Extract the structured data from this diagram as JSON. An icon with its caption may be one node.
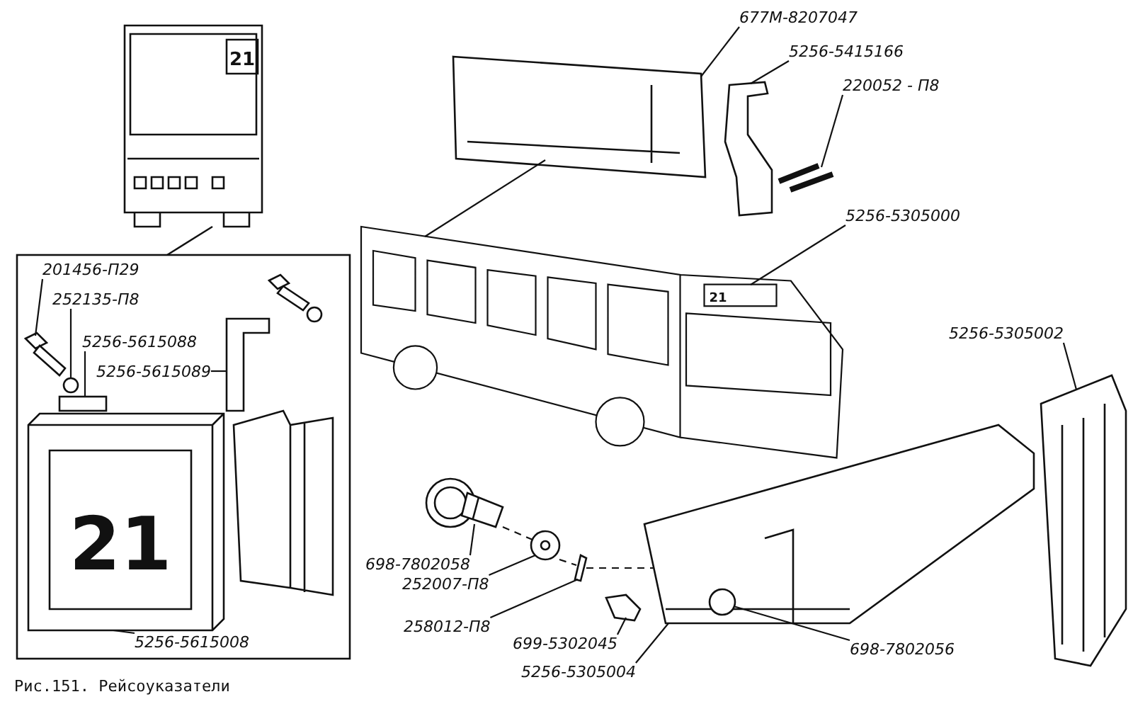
{
  "diagram": {
    "caption": "Рис.151. Рейсоуказатели",
    "nodes": [
      {
        "text": [
          "677М-8207047"
        ]
      },
      {
        "text": [
          "5256-5415166"
        ]
      },
      {
        "text": [
          "220052 - П8"
        ]
      },
      {
        "text": [
          "5256-5305000"
        ]
      },
      {
        "text": [
          "5256-5305002"
        ]
      },
      {
        "text": [
          "201456-П29"
        ]
      },
      {
        "text": [
          "252135-П8"
        ]
      },
      {
        "text": [
          "5256-5615088"
        ]
      },
      {
        "text": [
          "5256-5615089"
        ]
      },
      {
        "text": [
          "5256-5615008"
        ]
      },
      {
        "text": [
          "698-7802058"
        ]
      },
      {
        "text": [
          "252007-П8"
        ]
      },
      {
        "text": [
          "258012-П8"
        ]
      },
      {
        "text": [
          "699-5302045"
        ]
      },
      {
        "text": [
          "5256-5305004"
        ]
      },
      {
        "text": [
          "698-7802056"
        ]
      },
      {
        "text": [],
        "shape": "picture"
      },
      {
        "text": [],
        "shape": "picture"
      },
      {
        "text": [],
        "shape": "picture"
      },
      {
        "text": [],
        "shape": "picture"
      },
      {
        "text": [],
        "shape": "box",
        "in": 19
      },
      {
        "text": [],
        "shape": "picture"
      },
      {
        "text": [],
        "shape": "picture"
      },
      {
        "text": [],
        "shape": "circle"
      },
      {
        "text": [],
        "shape": "box"
      },
      {
        "text": [],
        "shape": "picture"
      },
      {
        "text": [],
        "shape": "picture"
      },
      {
        "text": [],
        "shape": "picture"
      },
      {
        "text": [],
        "shape": "picture"
      },
      {
        "text": [],
        "shape": "picture"
      },
      {
        "text": [],
        "shape": "picture"
      },
      {
        "text": [],
        "shape": "picture"
      },
      {
        "text": [],
        "shape": "circle",
        "in": 31
      }
    ],
    "edges": [
      {
        "from": 0,
        "to": 16,
        "arrow": "none"
      },
      {
        "from": 1,
        "to": 17,
        "arrow": "none"
      },
      {
        "from": 2,
        "to": 18,
        "arrow": "none"
      },
      {
        "from": 3,
        "to": 20,
        "arrow": "none"
      },
      {
        "from": 4,
        "to": 21,
        "arrow": "none"
      },
      {
        "from": 5,
        "to": 22,
        "arrow": "none"
      },
      {
        "from": 6,
        "to": 23,
        "arrow": "none"
      },
      {
        "from": 7,
        "to": 24,
        "arrow": "none"
      },
      {
        "from": 8,
        "to": 25,
        "arrow": "none"
      },
      {
        "from": 9,
        "to": 26,
        "arrow": "none"
      },
      {
        "from": 10,
        "to": 27,
        "arrow": "none"
      },
      {
        "from": 11,
        "to": 28,
        "arrow": "none"
      },
      {
        "from": 12,
        "to": 29,
        "arrow": "none"
      },
      {
        "from": 13,
        "to": 30,
        "arrow": "none"
      },
      {
        "from": 14,
        "to": 31,
        "arrow": "none"
      },
      {
        "from": 15,
        "to": 32,
        "arrow": "none"
      },
      {
        "from": 27,
        "to": 28,
        "arrow": "none",
        "style": "dashed"
      },
      {
        "from": 28,
        "to": 29,
        "arrow": "none",
        "style": "dashed"
      },
      {
        "from": 29,
        "to": 31,
        "arrow": "none",
        "style": "dashed"
      },
      {
        "from": 19,
        "to": 16,
        "arrow": "none"
      }
    ],
    "labels": [
      "21",
      "21",
      "21"
    ]
  }
}
